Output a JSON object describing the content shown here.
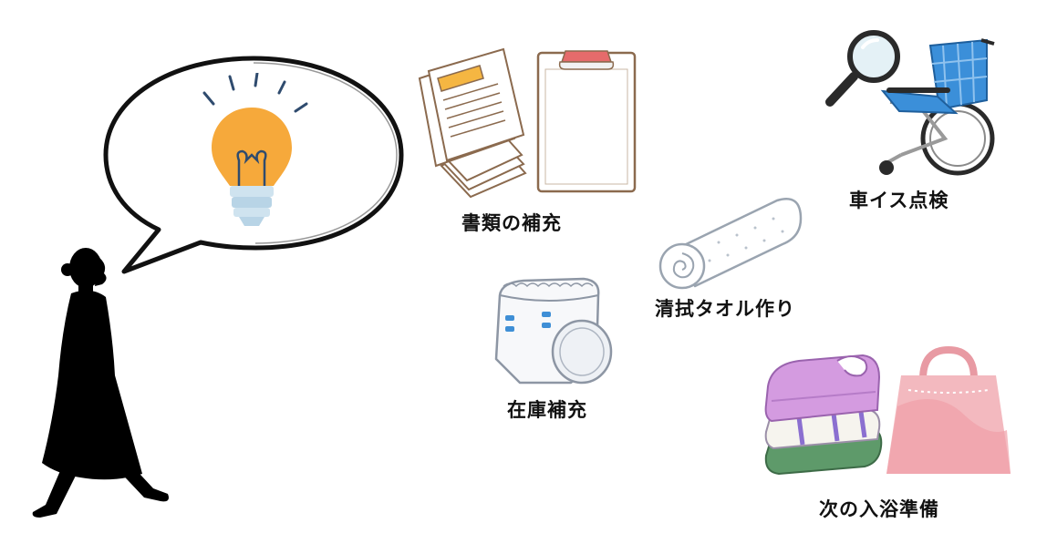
{
  "labels": {
    "documents": "書類の補充",
    "wheelchair": "車イス点検",
    "towel": "清拭タオル作り",
    "stock": "在庫補充",
    "bath": "次の入浴準備"
  },
  "icons": {
    "person": "walking-woman-silhouette-icon",
    "bubble": "thought-speech-bubble-icon",
    "bulb": "lightbulb-icon",
    "documents": "document-stack-icon",
    "clipboard": "clipboard-icon",
    "magnifier": "magnifying-glass-icon",
    "wheelchair": "wheelchair-icon",
    "towel": "rolled-towel-icon",
    "diaper": "diaper-icon",
    "clothes": "folded-clothes-icon",
    "bag": "shopping-bag-icon"
  },
  "colors": {
    "bulb": "#f6a93b",
    "bulb_base": "#cfe3ef",
    "bulb_rays": "#2f4b6e",
    "wheelchair": "#3b8fd9",
    "bag": "#f3b9bf",
    "clothes_purple": "#d49be0",
    "clothes_green": "#5e9a6a",
    "doc_highlight": "#f5b642",
    "clipboard_clip": "#e56b6b"
  }
}
